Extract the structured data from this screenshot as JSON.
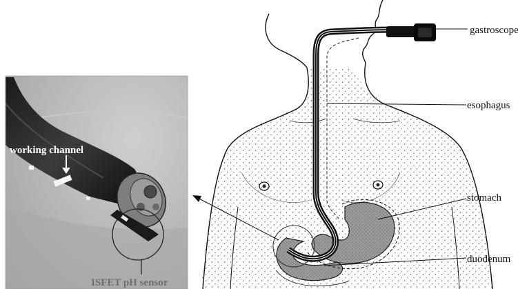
{
  "labels": {
    "gastroscope": "gastroscope",
    "esophagus": "esophagus",
    "stomach": "stomach",
    "duodenum": "duodenum"
  },
  "inset": {
    "working_channel": "working channel",
    "sensor": "ISFET pH sensor"
  },
  "colors": {
    "outline": "#111111",
    "stipple": "#555555",
    "organ_fill": "#8a8a8a",
    "photo_bg": "#b9b9b9"
  }
}
